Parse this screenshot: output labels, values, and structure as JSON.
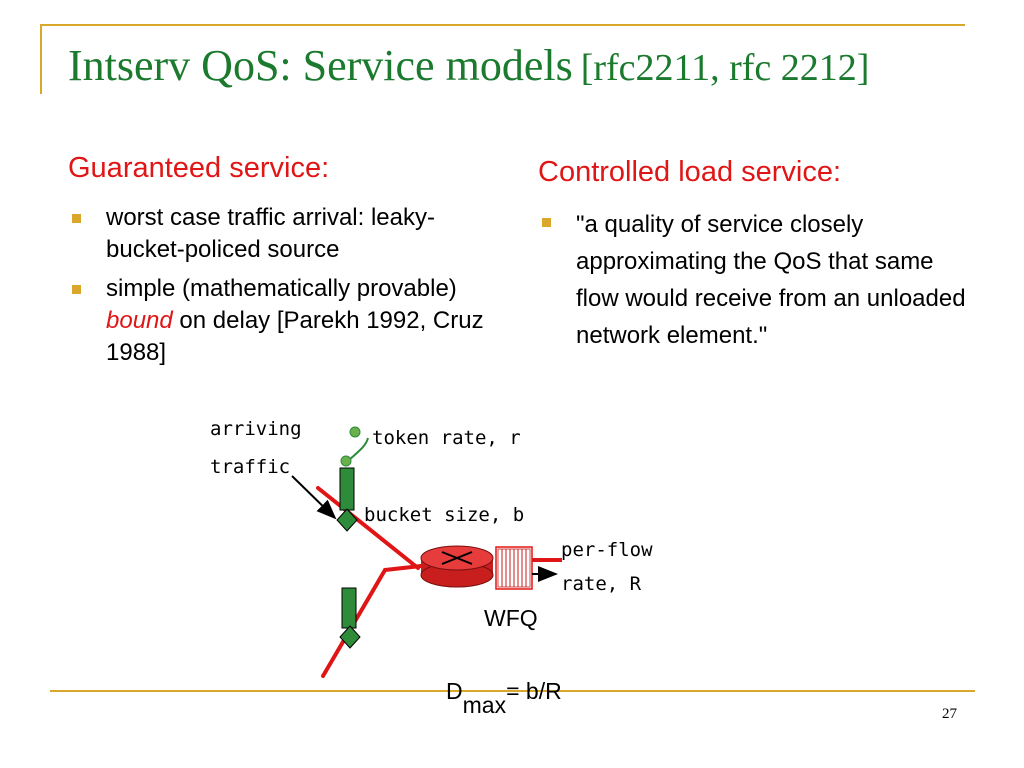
{
  "title": {
    "main": "Intserv QoS: Service models",
    "ref": "[rfc2211, rfc 2212]"
  },
  "guaranteed": {
    "heading": "Guaranteed service:",
    "bullet1": "worst case traffic arrival: leaky-bucket-policed source",
    "bullet2_pre": "simple (mathematically provable)",
    "bullet2_em": "bound",
    "bullet2_post": "on delay [Parekh 1992, Cruz 1988]"
  },
  "controlled": {
    "heading": "Controlled load service:",
    "bullet1": "\"a quality of service closely approximating the QoS that same flow would receive from an unloaded network element.\""
  },
  "diagram": {
    "arriving": "arriving",
    "traffic": "traffic",
    "token_rate": "token rate, r",
    "bucket_size": "bucket size, b",
    "per_flow": "per-flow",
    "rate": "rate, R",
    "wfq": "WFQ"
  },
  "formula": {
    "d": "D",
    "sub": "max",
    "rest": "= b/R"
  },
  "page_number": "27",
  "colors": {
    "title": "#1b7a2e",
    "heading": "#e01515",
    "accent": "#d9a72a",
    "line": "#e01515",
    "bucket": "#2e8b3a"
  }
}
